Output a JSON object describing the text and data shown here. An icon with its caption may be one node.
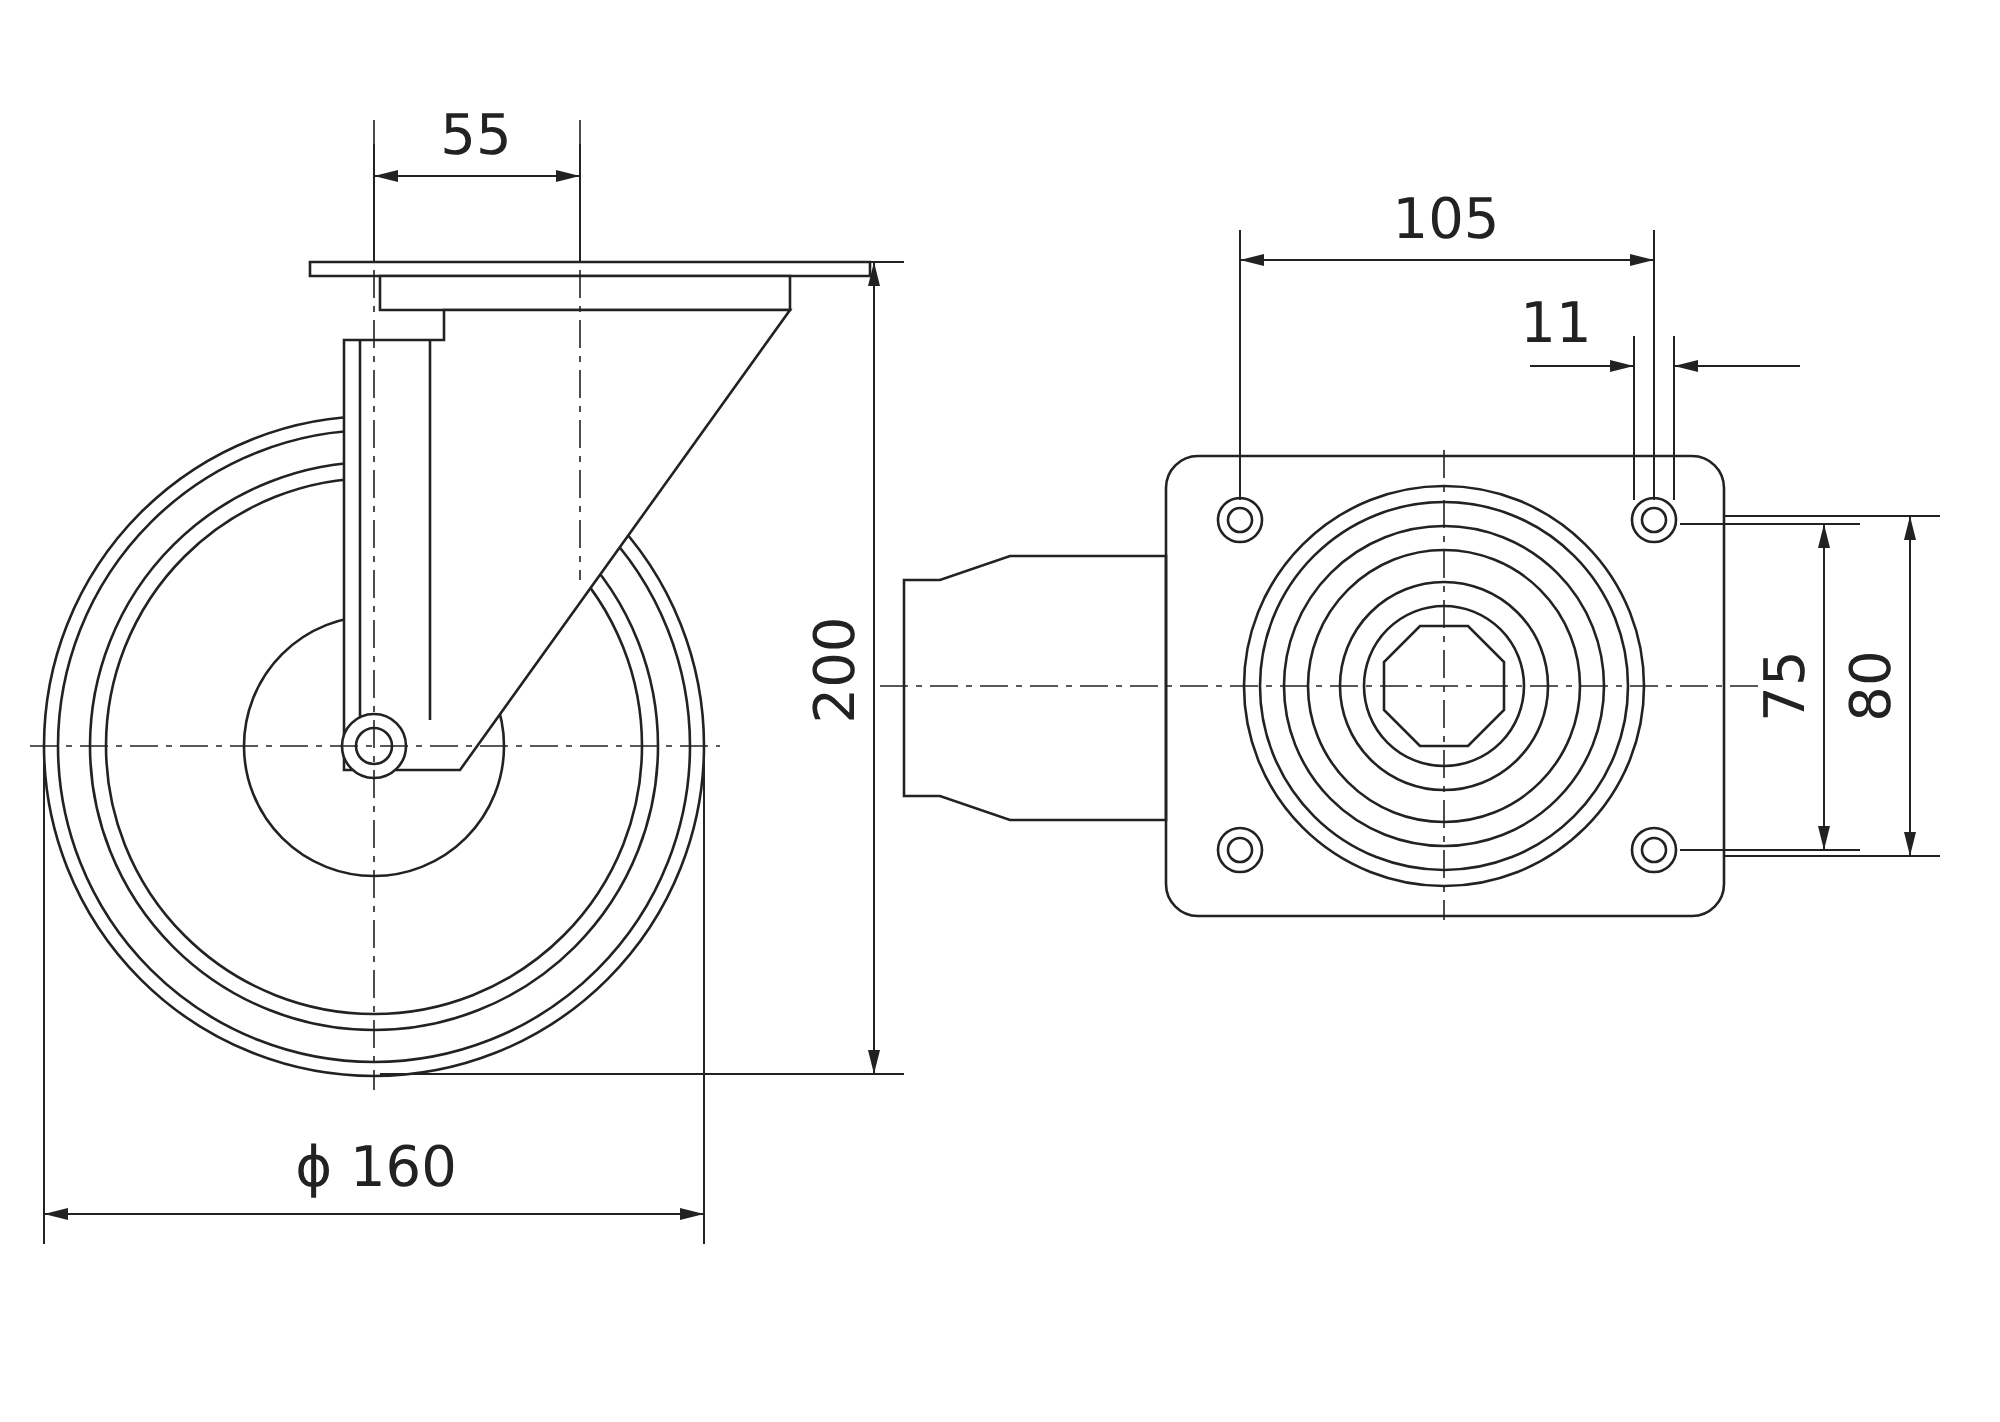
{
  "diagram": {
    "labels": [
      "55",
      "105",
      "11",
      "200",
      "75",
      "80",
      "ϕ 160"
    ]
  }
}
